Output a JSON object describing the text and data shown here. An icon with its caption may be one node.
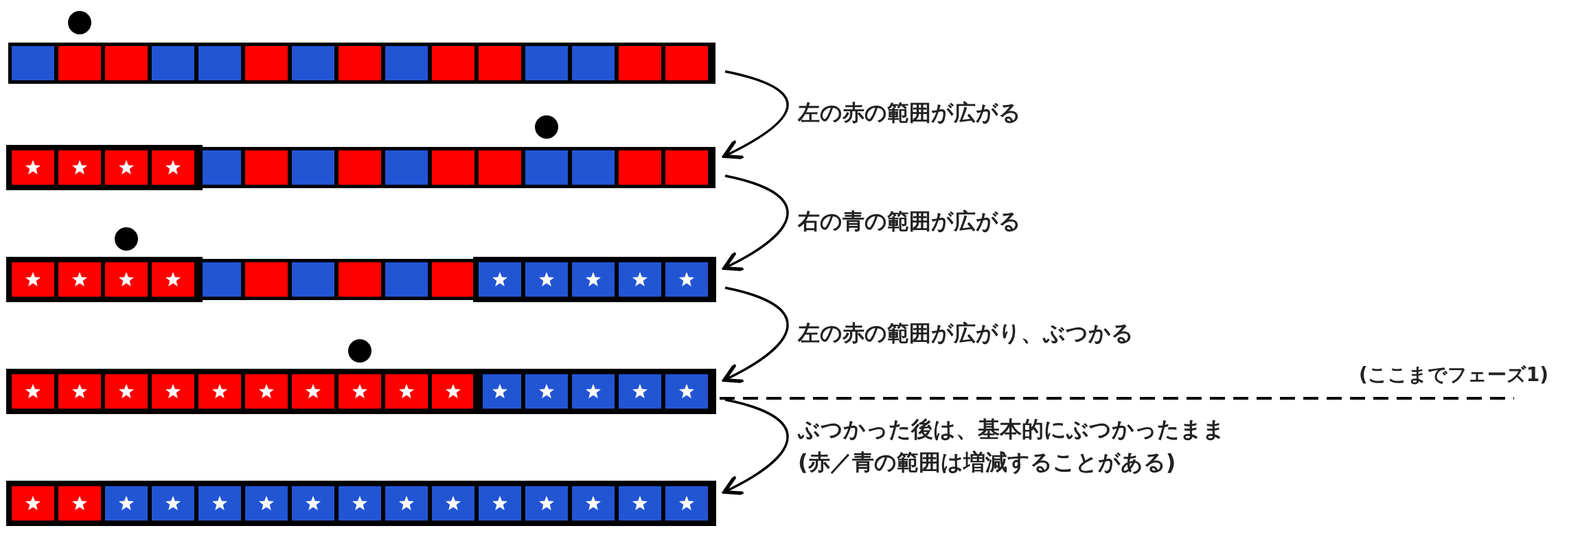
{
  "diagram": {
    "nodes": [
      {
        "text": [],
        "shape": "bar"
      },
      {
        "text": [],
        "shape": "bar"
      },
      {
        "text": [],
        "shape": "bar"
      },
      {
        "text": [],
        "shape": "bar"
      },
      {
        "text": [],
        "shape": "bar"
      }
    ],
    "edges": [
      {
        "from": 0,
        "to": 1,
        "arrow": "to",
        "label": "左の赤の範囲が広がる"
      },
      {
        "from": 1,
        "to": 2,
        "arrow": "to",
        "label": "右の青の範囲が広がる"
      },
      {
        "from": 2,
        "to": 3,
        "arrow": "to",
        "label": "左の赤の範囲が広がり、ぶつかる"
      },
      {
        "from": 3,
        "to": 4,
        "arrow": "to",
        "label": "ぶつかった後は、基本的にぶつかったまま(赤／青の範囲は増減することがある)"
      }
    ],
    "labels": [
      "(ここまでフェーズ1)"
    ]
  }
}
